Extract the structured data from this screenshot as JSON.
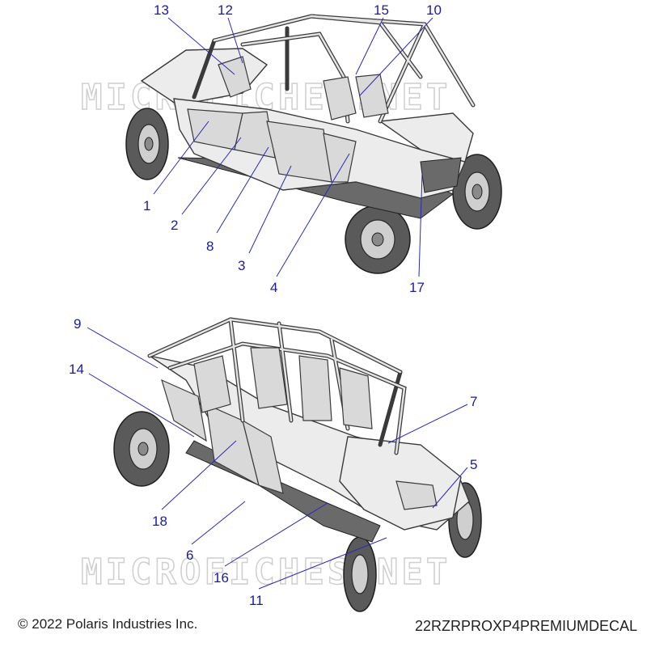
{
  "watermark": "MICROFICHES.NET",
  "callouts": [
    "13",
    "12",
    "15",
    "10",
    "1",
    "2",
    "8",
    "3",
    "4",
    "17",
    "9",
    "14",
    "7",
    "5",
    "18",
    "6",
    "16",
    "11"
  ],
  "footer": {
    "copyright": "© 2022 Polaris Industries Inc.",
    "drawing_code": "22RZRPROXP4PREMIUMDECAL"
  }
}
